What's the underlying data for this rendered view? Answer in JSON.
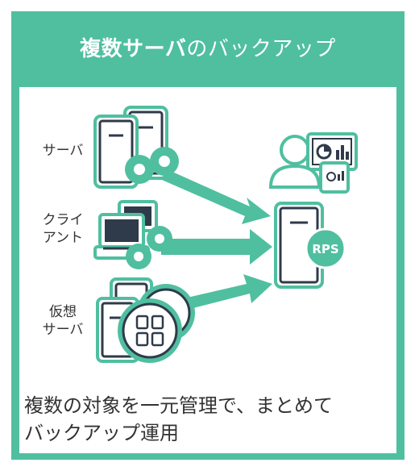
{
  "header": {
    "title_bold": "複数サーバ",
    "title_rest": "のバックアップ"
  },
  "labels": {
    "server": "サーバ",
    "client_line1": "クライ",
    "client_line2": "アント",
    "virtual_line1": "仮想",
    "virtual_line2": "サーバ"
  },
  "rps_label": "RPS",
  "caption": {
    "line1": "複数の対象を一元管理で、まとめて",
    "line2": "バックアップ運用"
  },
  "colors": {
    "accent": "#4fbfa0",
    "dark": "#2f3a4a",
    "light": "#ffffff"
  }
}
